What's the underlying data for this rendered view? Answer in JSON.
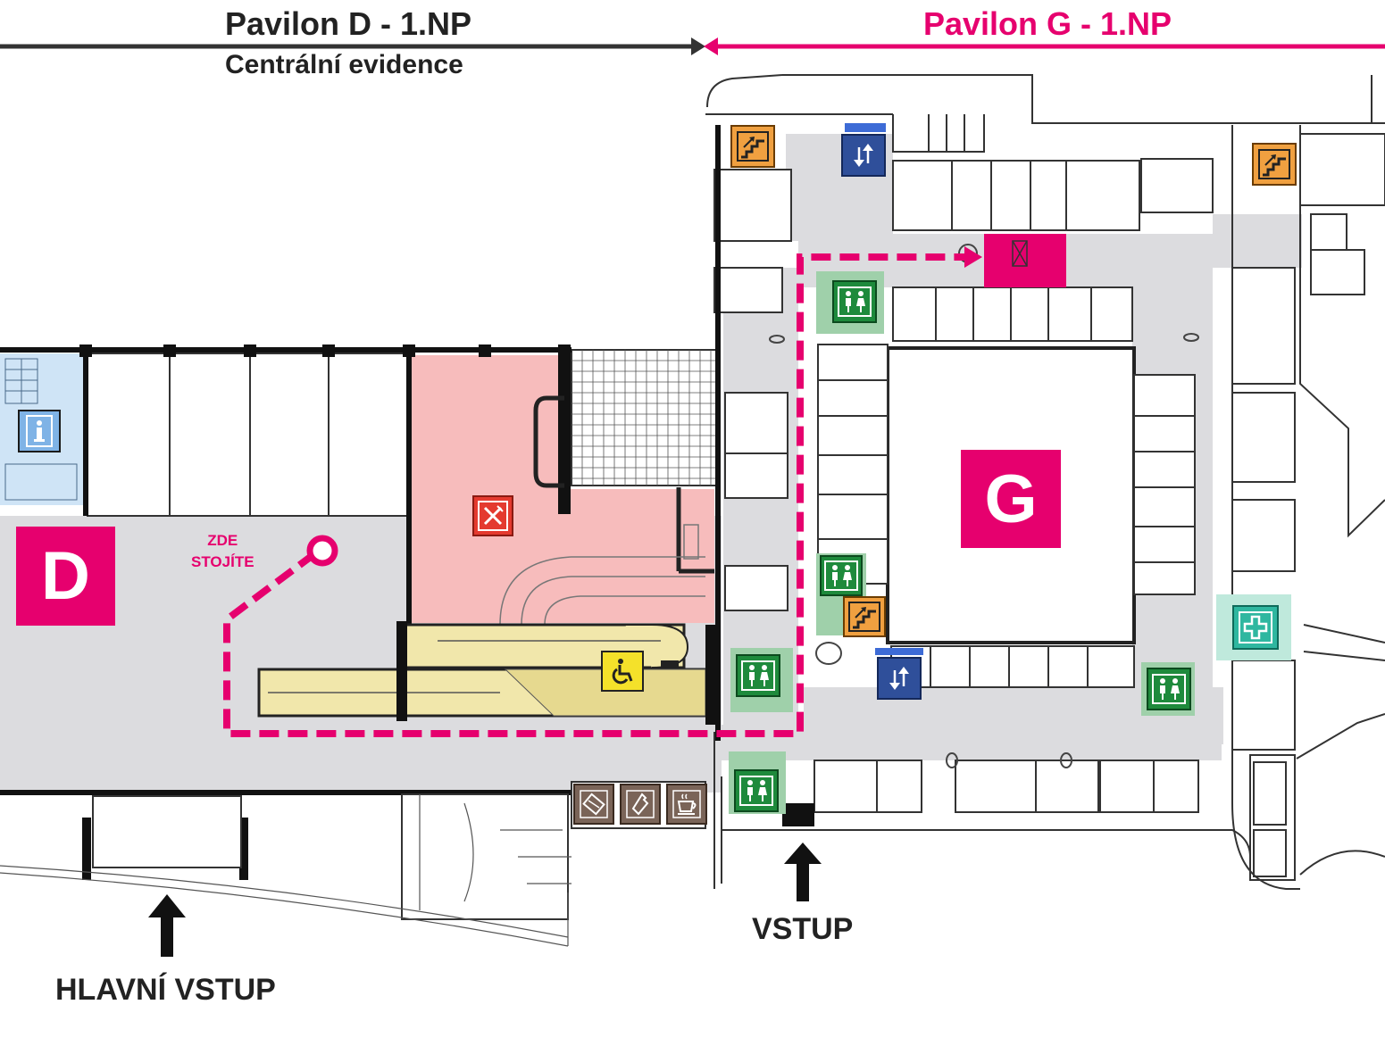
{
  "header": {
    "left_title": "Pavilon D - 1.NP",
    "left_subtitle": "Centrální evidence",
    "right_title": "Pavilon G - 1.NP"
  },
  "pavilions": {
    "d_badge": "D",
    "g_badge": "G"
  },
  "you_are_here": {
    "line1": "ZDE",
    "line2": "STOJÍTE"
  },
  "entrances": {
    "entry_label": "VSTUP",
    "main_entry_label": "HLAVNÍ VSTUP"
  },
  "colors": {
    "accent_magenta": "#e6006e",
    "header_dark": "#222222",
    "corridor_gray": "#dcdcdf",
    "restaurant_pink": "#f7bcbc",
    "ramp_yellow": "#f1e7ab",
    "info_blue": "#cfe4f6",
    "toilet_green": "#1e8a3c",
    "stairs_orange": "#f0a040",
    "elevator_blue": "#2f4f9a",
    "first_aid_teal": "#2fb7a0",
    "wheelchair_yellow": "#f4e12a",
    "vending_brown": "#7a6458"
  },
  "legend_icons": [
    "info-icon",
    "restaurant-icon",
    "wheelchair-icon",
    "toilet-icon",
    "stairs-icon",
    "elevator-icon",
    "first-aid-icon",
    "snack-vending-icon",
    "drink-vending-icon",
    "coffee-icon",
    "you-are-here-marker-icon",
    "arrow-up-icon"
  ]
}
